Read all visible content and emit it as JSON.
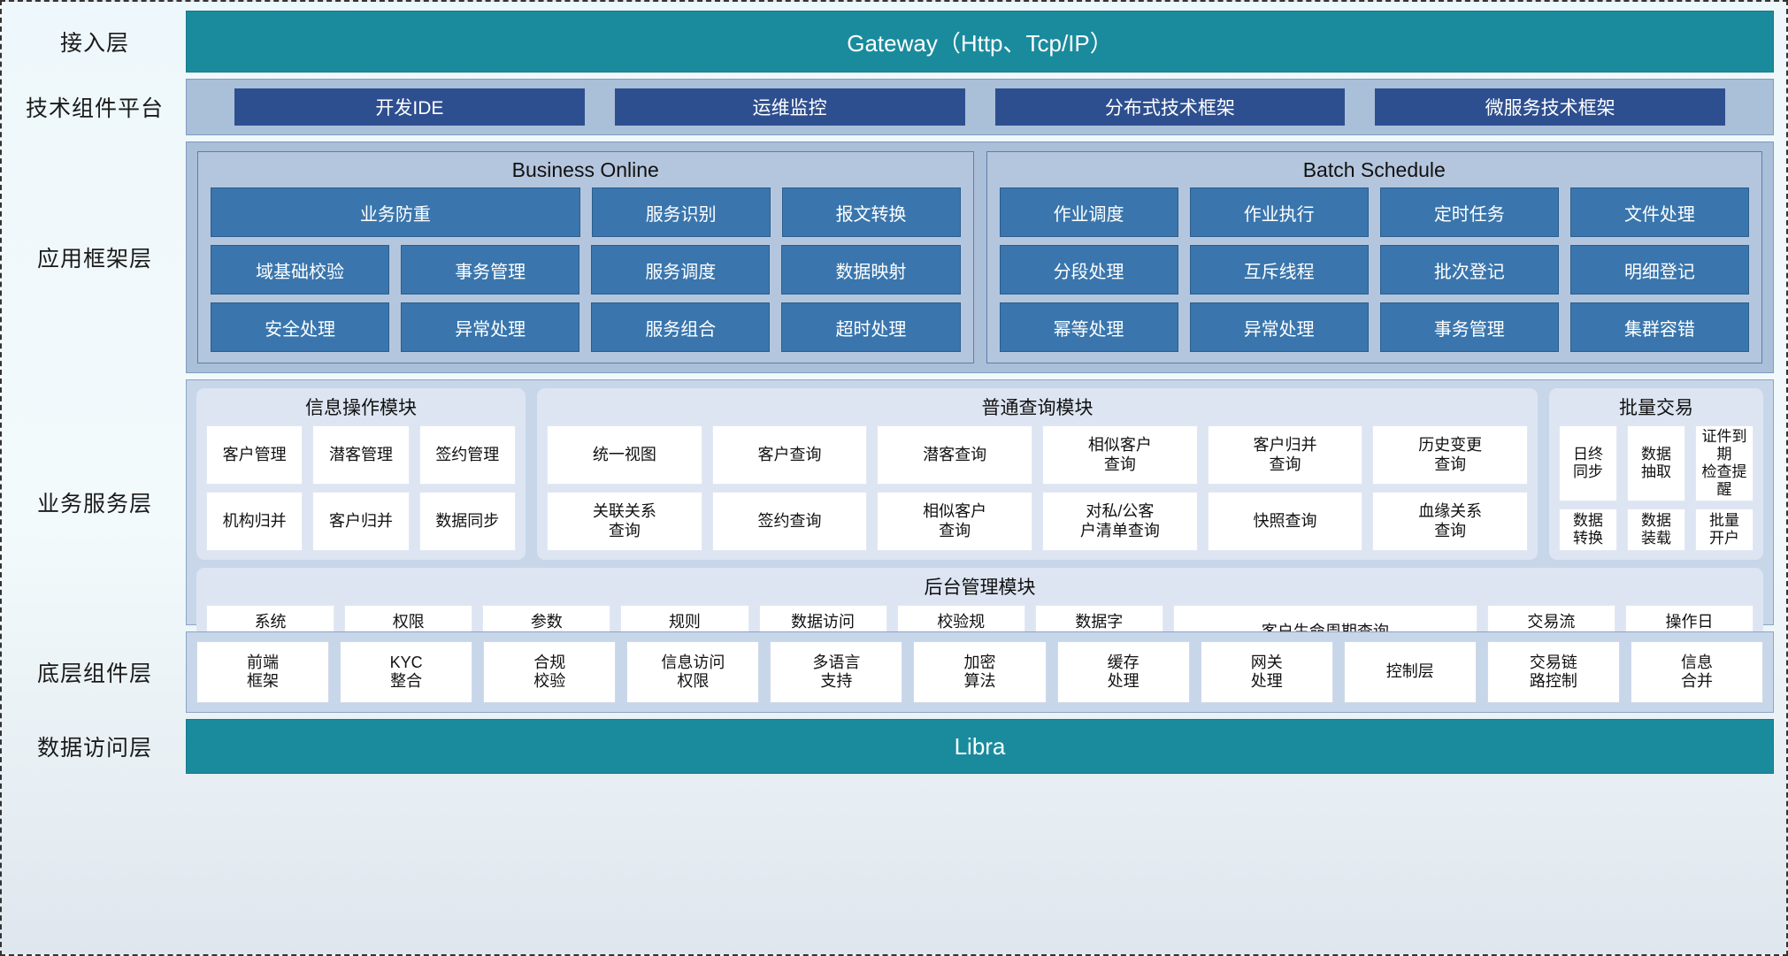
{
  "diagram": {
    "layers": [
      {
        "label": "接入层"
      },
      {
        "label": "技术组件平台"
      },
      {
        "label": "应用框架层"
      },
      {
        "label": "业务服务层"
      },
      {
        "label": "底层组件层"
      },
      {
        "label": "数据访问层"
      }
    ]
  },
  "access_layer": {
    "title": "Gateway（Http、Tcp/IP）"
  },
  "tech_platform": {
    "chips": [
      "开发IDE",
      "运维监控",
      "分布式技术框架",
      "微服务技术框架"
    ]
  },
  "app_framework": {
    "groups": [
      {
        "title": "Business Online",
        "rows": [
          [
            "业务防重",
            "服务识别",
            "报文转换"
          ],
          [
            "域基础校验",
            "事务管理",
            "服务调度",
            "数据映射"
          ],
          [
            "安全处理",
            "异常处理",
            "服务组合",
            "超时处理"
          ]
        ]
      },
      {
        "title": "Batch Schedule",
        "rows": [
          [
            "作业调度",
            "作业执行",
            "定时任务",
            "文件处理"
          ],
          [
            "分段处理",
            "互斥线程",
            "批次登记",
            "明细登记"
          ],
          [
            "幂等处理",
            "异常处理",
            "事务管理",
            "集群容错"
          ]
        ]
      }
    ]
  },
  "business_service": {
    "groups": [
      {
        "title": "信息操作模块",
        "rows": [
          [
            "客户管理",
            "潜客管理",
            "签约管理"
          ],
          [
            "机构归并",
            "客户归并",
            "数据同步"
          ]
        ]
      },
      {
        "title": "普通查询模块",
        "rows": [
          [
            "统一视图",
            "客户查询",
            "潜客查询",
            "相似客户\n查询",
            "客户归并\n查询",
            "历史变更\n查询"
          ],
          [
            "关联关系\n查询",
            "签约查询",
            "相似客户\n查询",
            "对私/公客\n户清单查询",
            "快照查询",
            "血缘关系\n查询"
          ]
        ]
      },
      {
        "title": "批量交易",
        "rows": [
          [
            "日终\n同步",
            "数据\n抽取",
            "证件到期\n检查提醒"
          ],
          [
            "数据\n转换",
            "数据\n装载",
            "批量\n开户"
          ]
        ]
      }
    ],
    "admin": {
      "title": "后台管理模块",
      "cells": [
        "系统\n管理",
        "权限\n管理",
        "参数\n管理",
        "规则\n配置",
        "数据访问\n控制",
        "校验规\n则管理",
        "数据字\n典管理",
        "客户生命周期查询",
        "交易流\n水查询",
        "操作日\n志查询"
      ]
    }
  },
  "base_components": {
    "cells": [
      "前端\n框架",
      "KYC\n整合",
      "合规\n校验",
      "信息访问\n权限",
      "多语言\n支持",
      "加密\n算法",
      "缓存\n处理",
      "网关\n处理",
      "控制层",
      "交易链\n路控制",
      "信息\n合并"
    ]
  },
  "data_access": {
    "title": "Libra"
  },
  "colors": {
    "teal": "#1a8b9d",
    "tech_band": "#aabfd8",
    "tech_chip": "#2e4f8f",
    "app_cell": "#3a76ad",
    "svc_band": "#c8d6ea",
    "svc_group": "#dde5f2",
    "cell_white": "#ffffff"
  }
}
